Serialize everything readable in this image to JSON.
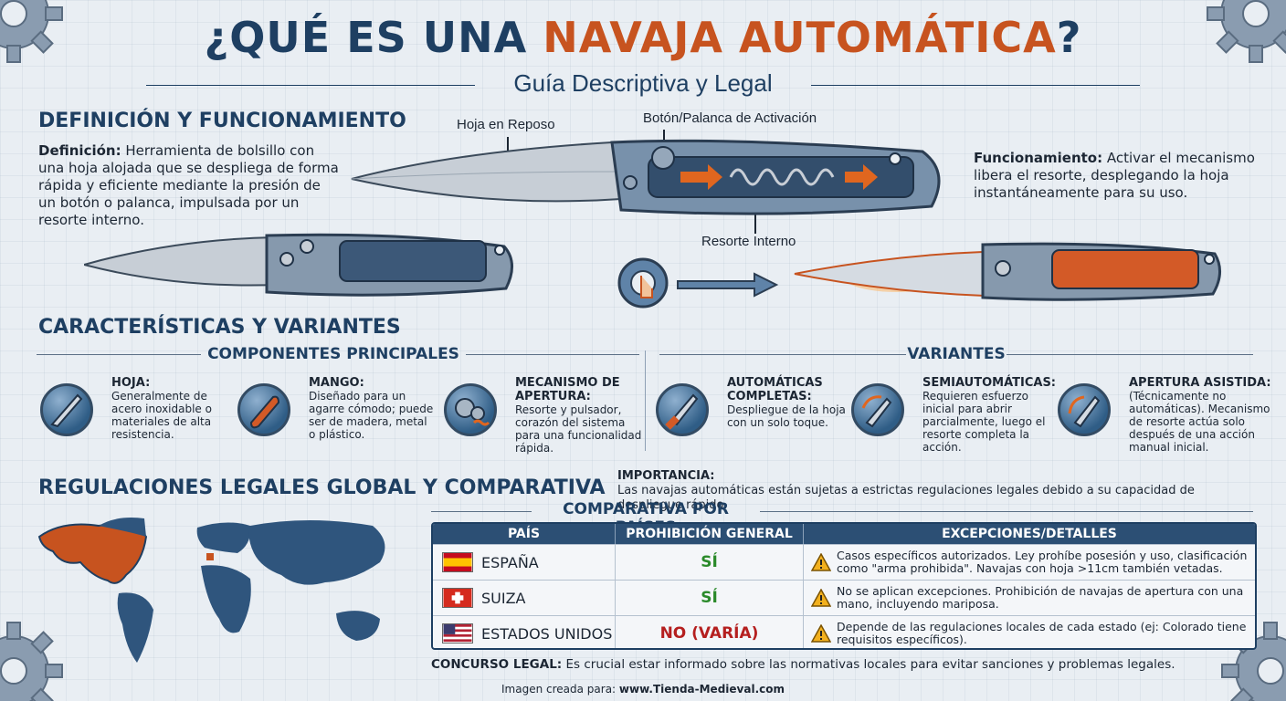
{
  "title": {
    "part1": "¿QUÉ ES UNA ",
    "part2": "NAVAJA AUTOMÁTICA",
    "part3": "?"
  },
  "subtitle": "Guía Descriptiva y Legal",
  "definition_section": {
    "heading": "DEFINICIÓN Y FUNCIONAMIENTO",
    "definition_label": "Definición:",
    "definition_text": "Herramienta de bolsillo con una hoja alojada que se despliega de forma rápida y eficiente mediante la presión de un botón o palanca, impulsada por un resorte interno.",
    "function_label": "Funcionamiento:",
    "function_text": "Activar el mecanismo libera el resorte, desplegando la hoja instantáneamente para su uso.",
    "callouts": {
      "blade": "Hoja en Reposo",
      "button": "Botón/Palanca de Activación",
      "spring": "Resorte Interno"
    }
  },
  "features_section": {
    "heading": "CARACTERÍSTICAS Y VARIANTES",
    "components_heading": "COMPONENTES PRINCIPALES",
    "variants_heading": "VARIANTES",
    "components": [
      {
        "title": "HOJA:",
        "desc": "Generalmente de acero inoxidable o materiales de alta resistencia."
      },
      {
        "title": "MANGO:",
        "desc": "Diseñado para un agarre cómodo; puede ser de madera, metal o plástico."
      },
      {
        "title": "MECANISMO DE APERTURA:",
        "desc": "Resorte y pulsador, corazón del sistema para una funcionalidad rápida."
      }
    ],
    "variants": [
      {
        "title": "AUTOMÁTICAS COMPLETAS:",
        "desc": "Despliegue de la hoja con un solo toque."
      },
      {
        "title": "SEMIAUTOMÁTICAS:",
        "desc": "Requieren esfuerzo inicial para abrir parcialmente, luego el resorte completa la acción."
      },
      {
        "title": "APERTURA ASISTIDA:",
        "desc": "(Técnicamente no automáticas). Mecanismo de resorte actúa solo después de una acción manual inicial."
      }
    ]
  },
  "legal_section": {
    "heading": "REGULACIONES LEGALES GLOBAL Y COMPARATIVA",
    "importance_label": "IMPORTANCIA:",
    "importance_text": "Las navajas automáticas están sujetas a estrictas regulaciones legales debido a su capacidad de despliegue rápido.",
    "comparison_heading": "COMPARATIVA POR PAÍSES",
    "table": {
      "headers": [
        "PAÍS",
        "PROHIBICIÓN GENERAL",
        "EXCEPCIONES/DETALLES"
      ],
      "rows": [
        {
          "country": "ESPAÑA",
          "prohibition": "SÍ",
          "details": "Casos específicos autorizados. Ley prohíbe posesión y uso, clasificación como \"arma prohibida\". Navajas con hoja >11cm también vetadas."
        },
        {
          "country": "SUIZA",
          "prohibition": "SÍ",
          "details": "No se aplican excepciones. Prohibición de navajas de apertura con una mano, incluyendo mariposa."
        },
        {
          "country": "ESTADOS UNIDOS",
          "prohibition": "NO (VARÍA)",
          "details": "Depende de las regulaciones locales de cada estado (ej: Colorado tiene requisitos específicos)."
        }
      ]
    },
    "conclusion_label": "CONCURSO LEGAL:",
    "conclusion_text": "Es crucial estar informado sobre las normativas locales para evitar sanciones y problemas legales."
  },
  "footer": {
    "prefix": "Imagen creada para:",
    "site": "www.Tienda-Medieval.com"
  },
  "colors": {
    "navy": "#1e3f62",
    "accent_orange": "#c7531f",
    "yes_green": "#2a8a2a",
    "no_red": "#b51f1f"
  },
  "icons": [
    "gear-icon",
    "knife-icon",
    "handle-icon",
    "mechanism-icon",
    "press-button-icon",
    "arrow-icon",
    "warning-icon",
    "world-map-icon"
  ]
}
